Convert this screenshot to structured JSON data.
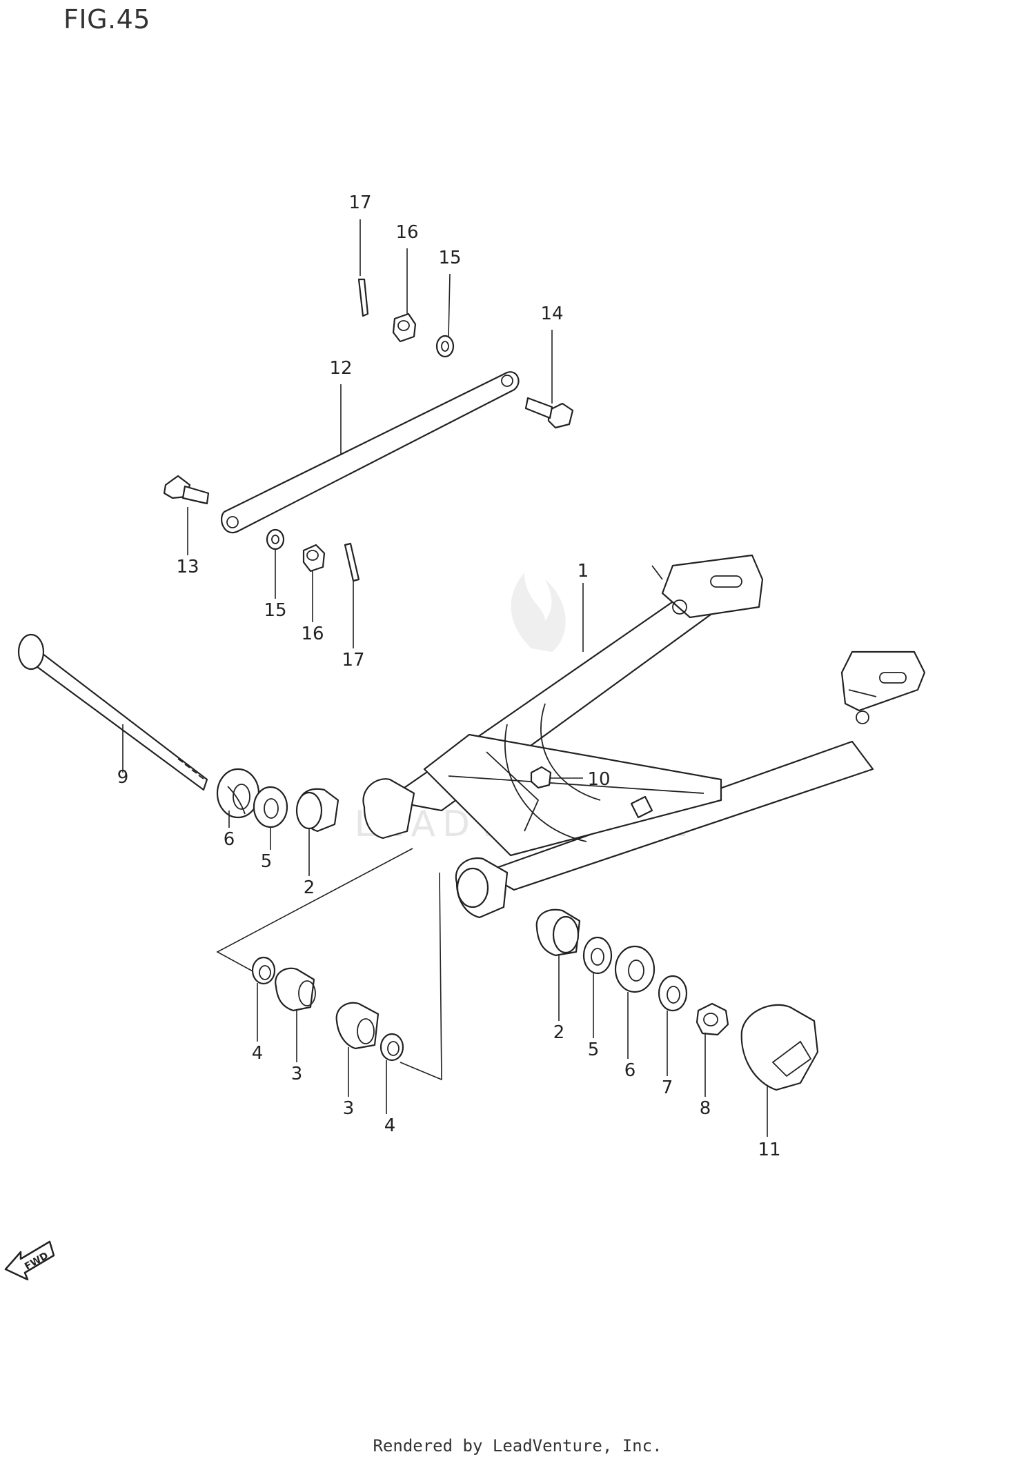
{
  "figure": {
    "title": "FIG.45"
  },
  "footer": {
    "text": "Rendered by LeadVenture, Inc."
  },
  "watermark": {
    "text": "LEADVENTURE"
  },
  "fwd_label": "FWD",
  "callouts": [
    {
      "id": "c-17a",
      "label": "17"
    },
    {
      "id": "c-16a",
      "label": "16"
    },
    {
      "id": "c-15a",
      "label": "15"
    },
    {
      "id": "c-14",
      "label": "14"
    },
    {
      "id": "c-12",
      "label": "12"
    },
    {
      "id": "c-13",
      "label": "13"
    },
    {
      "id": "c-15b",
      "label": "15"
    },
    {
      "id": "c-16b",
      "label": "16"
    },
    {
      "id": "c-17b",
      "label": "17"
    },
    {
      "id": "c-1",
      "label": "1"
    },
    {
      "id": "c-9",
      "label": "9"
    },
    {
      "id": "c-6a",
      "label": "6"
    },
    {
      "id": "c-5a",
      "label": "5"
    },
    {
      "id": "c-2a",
      "label": "2"
    },
    {
      "id": "c-10",
      "label": "10"
    },
    {
      "id": "c-4a",
      "label": "4"
    },
    {
      "id": "c-3a",
      "label": "3"
    },
    {
      "id": "c-3b",
      "label": "3"
    },
    {
      "id": "c-4b",
      "label": "4"
    },
    {
      "id": "c-2b",
      "label": "2"
    },
    {
      "id": "c-5b",
      "label": "5"
    },
    {
      "id": "c-6b",
      "label": "6"
    },
    {
      "id": "c-7",
      "label": "7"
    },
    {
      "id": "c-8",
      "label": "8"
    },
    {
      "id": "c-11",
      "label": "11"
    }
  ]
}
